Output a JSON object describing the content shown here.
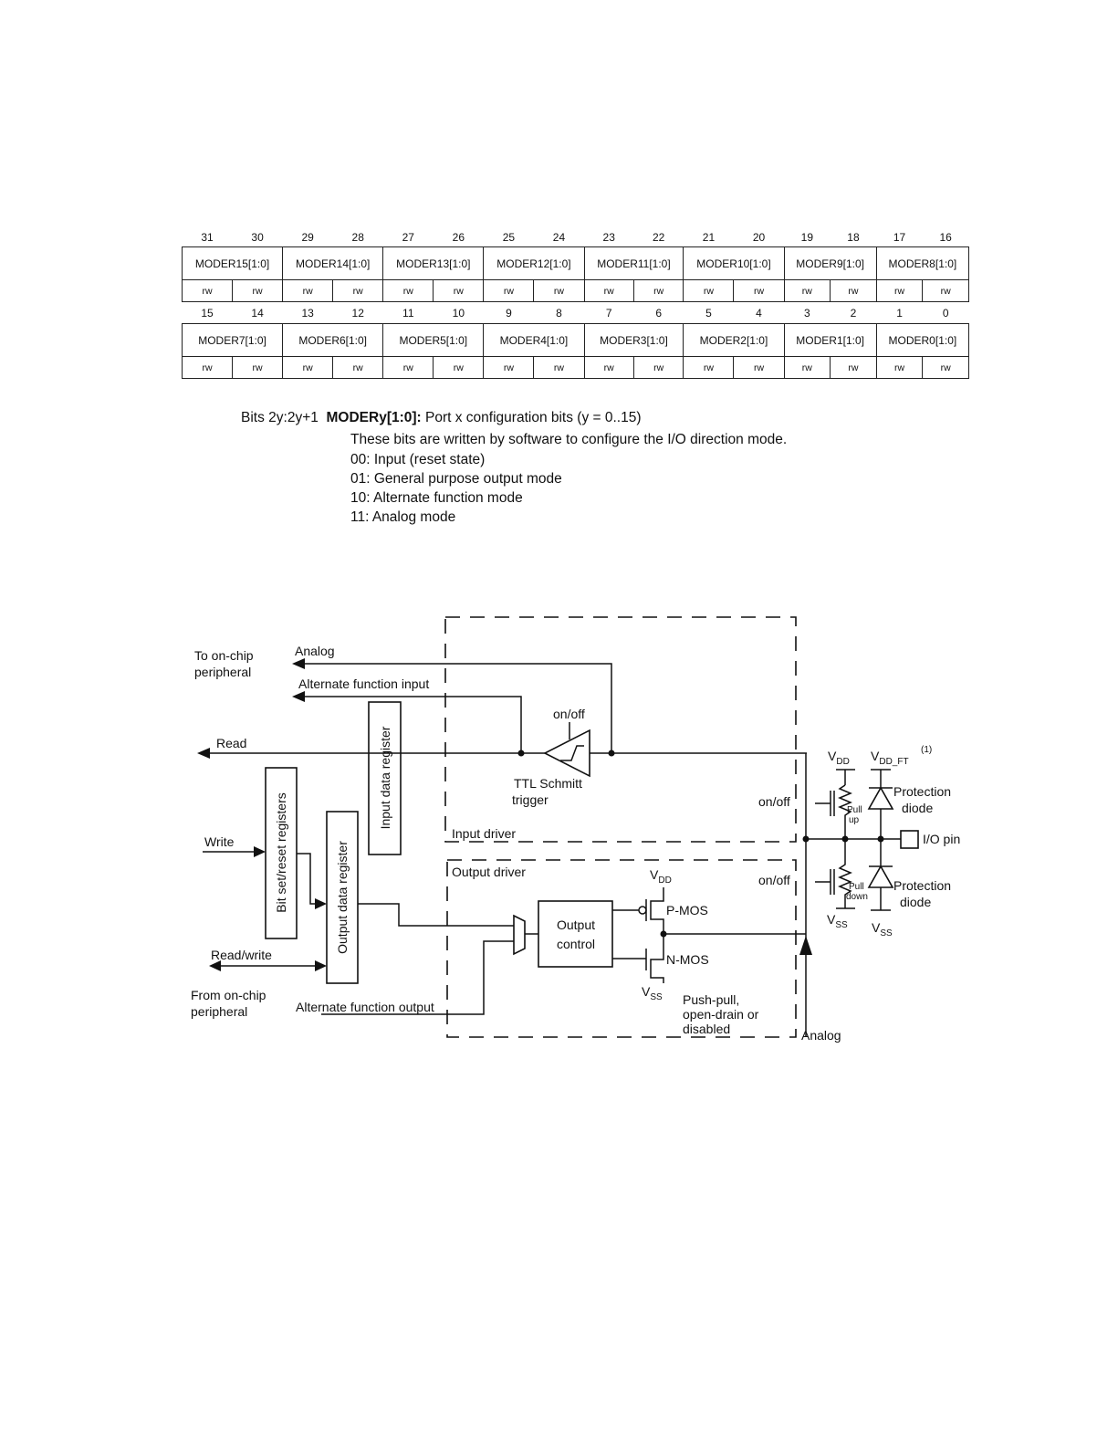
{
  "register": {
    "bits_high": [
      "31",
      "30",
      "29",
      "28",
      "27",
      "26",
      "25",
      "24",
      "23",
      "22",
      "21",
      "20",
      "19",
      "18",
      "17",
      "16"
    ],
    "fields_high": [
      "MODER15[1:0]",
      "MODER14[1:0]",
      "MODER13[1:0]",
      "MODER12[1:0]",
      "MODER11[1:0]",
      "MODER10[1:0]",
      "MODER9[1:0]",
      "MODER8[1:0]"
    ],
    "bits_low": [
      "15",
      "14",
      "13",
      "12",
      "11",
      "10",
      "9",
      "8",
      "7",
      "6",
      "5",
      "4",
      "3",
      "2",
      "1",
      "0"
    ],
    "fields_low": [
      "MODER7[1:0]",
      "MODER6[1:0]",
      "MODER5[1:0]",
      "MODER4[1:0]",
      "MODER3[1:0]",
      "MODER2[1:0]",
      "MODER1[1:0]",
      "MODER0[1:0]"
    ],
    "access": "rw"
  },
  "description": {
    "bits_label": "Bits 2y:2y+1",
    "field_name": "MODERy[1:0]:",
    "field_title": "Port x configuration bits (y = 0..15)",
    "line1": "These bits are written by software to configure the I/O direction mode.",
    "line2": "00: Input (reset state)",
    "line3": "01: General purpose output mode",
    "line4": "10: Alternate function mode",
    "line5": "11: Analog mode"
  },
  "diagram": {
    "to_onchip_1": "To on-chip",
    "to_onchip_2": "peripheral",
    "analog_top": "Analog",
    "af_input": "Alternate function input",
    "on_off_top": "on/off",
    "read": "Read",
    "input_data_register": "Input data register",
    "ttl_1": "TTL Schmitt",
    "ttl_2": "trigger",
    "bit_set_reset": "Bit set/reset registers",
    "write": "Write",
    "output_data_register": "Output data register",
    "input_driver": "Input driver",
    "output_driver": "Output driver",
    "on_off_mid": "on/off",
    "on_off_low": "on/off",
    "vdd_main": "V",
    "vdd_sub": "DD",
    "vddft_main": "V",
    "vddft_sub": "DD_FT",
    "footnote": "(1)",
    "pull_up_1": "Pull",
    "pull_up_2": "up",
    "pull_down_1": "Pull",
    "pull_down_2": "down",
    "protection_1": "Protection",
    "protection_2": "diode",
    "io_pin": "I/O pin",
    "vdd2_main": "V",
    "vdd2_sub": "DD",
    "pmos": "P-MOS",
    "nmos": "N-MOS",
    "output_control_1": "Output",
    "output_control_2": "control",
    "vss_main": "V",
    "vss_sub": "SS",
    "vss2_main": "V",
    "vss2_sub": "SS",
    "vss3_main": "V",
    "vss3_sub": "SS",
    "read_write": "Read/write",
    "from_onchip_1": "From on-chip",
    "from_onchip_2": "peripheral",
    "af_output": "Alternate function output",
    "pushpull_1": "Push-pull,",
    "pushpull_2": "open-drain or",
    "pushpull_3": "disabled",
    "analog_bottom": "Analog"
  }
}
